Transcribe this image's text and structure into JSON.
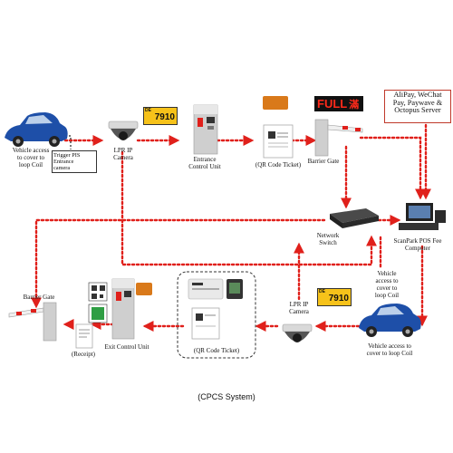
{
  "nodes": {
    "car_entry": {
      "label": "Vehicle access\nto cover to\nloop Coil"
    },
    "trigger": {
      "label": "Trigger PIS\nEntrance\ncamera"
    },
    "lpr_entry": {
      "label": "LPR IP\nCamera"
    },
    "plate_entry": {
      "country": "DE",
      "number": "7910"
    },
    "entrance_unit": {
      "label": "Entrance\nControl Unit"
    },
    "qr_ticket_entry": {
      "label": "(QR Code Ticket)"
    },
    "full_sign": {
      "text": "FULL",
      "cjk": "滿"
    },
    "barrier_entry": {
      "label": "Barrier Gate"
    },
    "payment_server": {
      "label": "AliPay, WeChat\nPay, Paywave &\nOctopus Server"
    },
    "network_switch": {
      "label": "Network\nSwitch"
    },
    "pos_computer": {
      "label": "ScanPark POS Fee\nComputer"
    },
    "car_loop_right": {
      "label": "Vehicle\naccess to\ncover to\nloop Coil"
    },
    "car_exit": {
      "label": "Vehicle access to\ncover to loop Coil"
    },
    "lpr_exit": {
      "label": "LPR IP\nCamera"
    },
    "plate_exit": {
      "country": "DE",
      "number": "7910"
    },
    "qr_ticket_exit": {
      "label": "(QR Code Ticket)"
    },
    "exit_unit": {
      "label": "Exit Control Unit"
    },
    "receipt": {
      "label": "(Receipt)"
    },
    "barrier_exit": {
      "label": "Barrier Gate"
    }
  },
  "caption": "(CPCS System)",
  "colors": {
    "flow": "#e0201b",
    "car": "#1e4fa8",
    "plate": "#f6c21a"
  }
}
